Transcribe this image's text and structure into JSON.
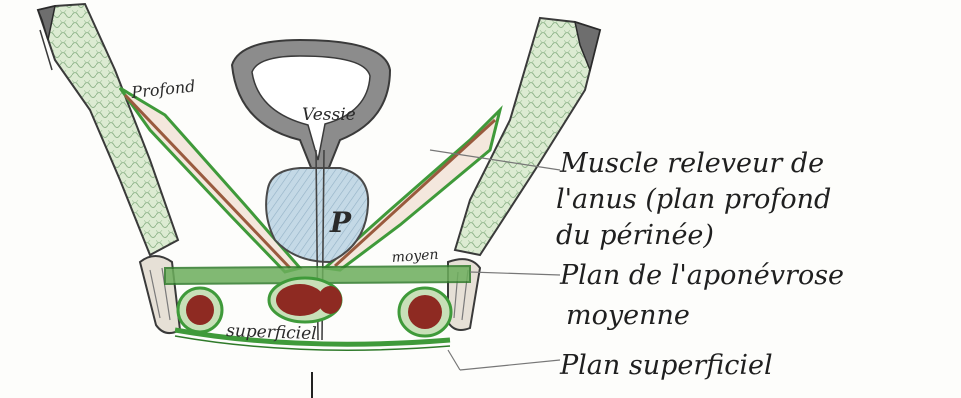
{
  "labels": {
    "profond": "Profond",
    "vessie": "Vessie",
    "prostate": "P",
    "moyen": "moyen",
    "superficiel": "superficiel"
  },
  "legend": {
    "releveur": [
      "Muscle releveur de",
      "l'anus (plan profond",
      "du périnée)"
    ],
    "aponevrose": [
      "Plan de l'aponévrose",
      "moyenne"
    ],
    "superficiel": "Plan superficiel"
  },
  "colors": {
    "bone_fill": "#d9ead0",
    "bone_outline": "#3a3a3a",
    "muscle_green": "#3f9a3a",
    "muscle_brown": "#9a5a3e",
    "bladder_grey": "#8c8c8c",
    "prostate_blue": "#bcd4e4",
    "rectum_red": "#8e2a22",
    "ink": "#1f1f1f"
  }
}
